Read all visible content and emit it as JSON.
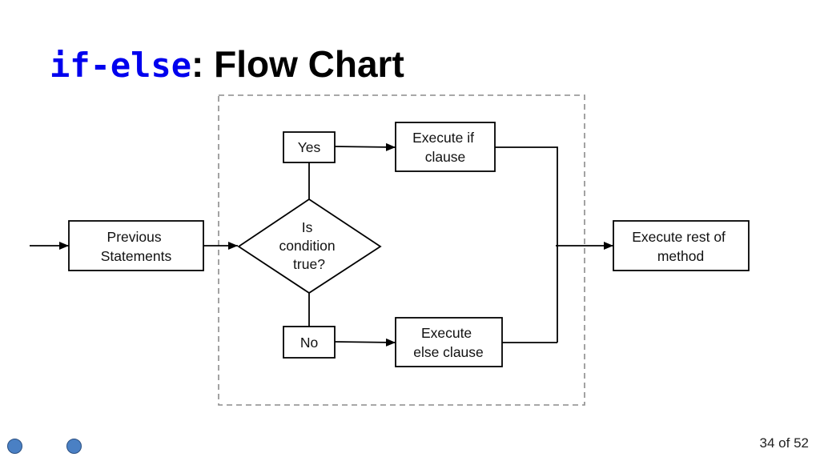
{
  "slide": {
    "title_code": "if-else",
    "title_rest": ": Flow Chart",
    "page_number": "34 of 52",
    "accent_color": "#0000ee",
    "nav_dot_color": "#4a80c4"
  },
  "flowchart": {
    "nodes": {
      "previous": [
        "Previous",
        "Statements"
      ],
      "condition": [
        "Is",
        "condition",
        "true?"
      ],
      "yes": [
        "Yes"
      ],
      "no": [
        "No"
      ],
      "if_clause": [
        "Execute if",
        "clause"
      ],
      "else_clause": [
        "Execute",
        "else clause"
      ],
      "rest": [
        "Execute rest of",
        "method"
      ]
    },
    "edges": [
      {
        "from": "entry",
        "to": "previous"
      },
      {
        "from": "previous",
        "to": "condition"
      },
      {
        "from": "condition",
        "to": "yes"
      },
      {
        "from": "condition",
        "to": "no"
      },
      {
        "from": "yes",
        "to": "if_clause"
      },
      {
        "from": "no",
        "to": "else_clause"
      },
      {
        "from": "if_clause",
        "to": "rest"
      },
      {
        "from": "else_clause",
        "to": "rest"
      }
    ]
  }
}
